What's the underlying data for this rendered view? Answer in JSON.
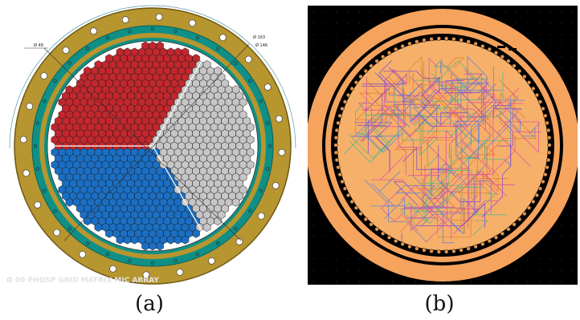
{
  "figure": {
    "caption_a": "(a)",
    "caption_b": "(b)"
  },
  "panel_a": {
    "dim_labels": [
      "Ø 48",
      "Ø 163",
      "Ø 146"
    ],
    "watermark": "Ø 00 PHOSP GRID MATRIX MIC ARRAY",
    "sectors": [
      {
        "name": "top-left",
        "color": "#c1272d"
      },
      {
        "name": "bottom",
        "color": "#1a6fc4"
      },
      {
        "name": "right",
        "color": "#c6c6c6"
      }
    ],
    "colors": {
      "flange": "#b7952f",
      "ring": "#0f8f86",
      "hex_stroke": "#1b1b1b"
    },
    "bolt_holes": 24
  },
  "panel_b": {
    "colors": {
      "background": "#000000",
      "outer_ring": "#f6a35e",
      "inner_disc": "#f6b06a",
      "traces": [
        "#d94aa5",
        "#7a3fd1",
        "#43b98a",
        "#4f7fe0",
        "#e07a30"
      ]
    }
  }
}
